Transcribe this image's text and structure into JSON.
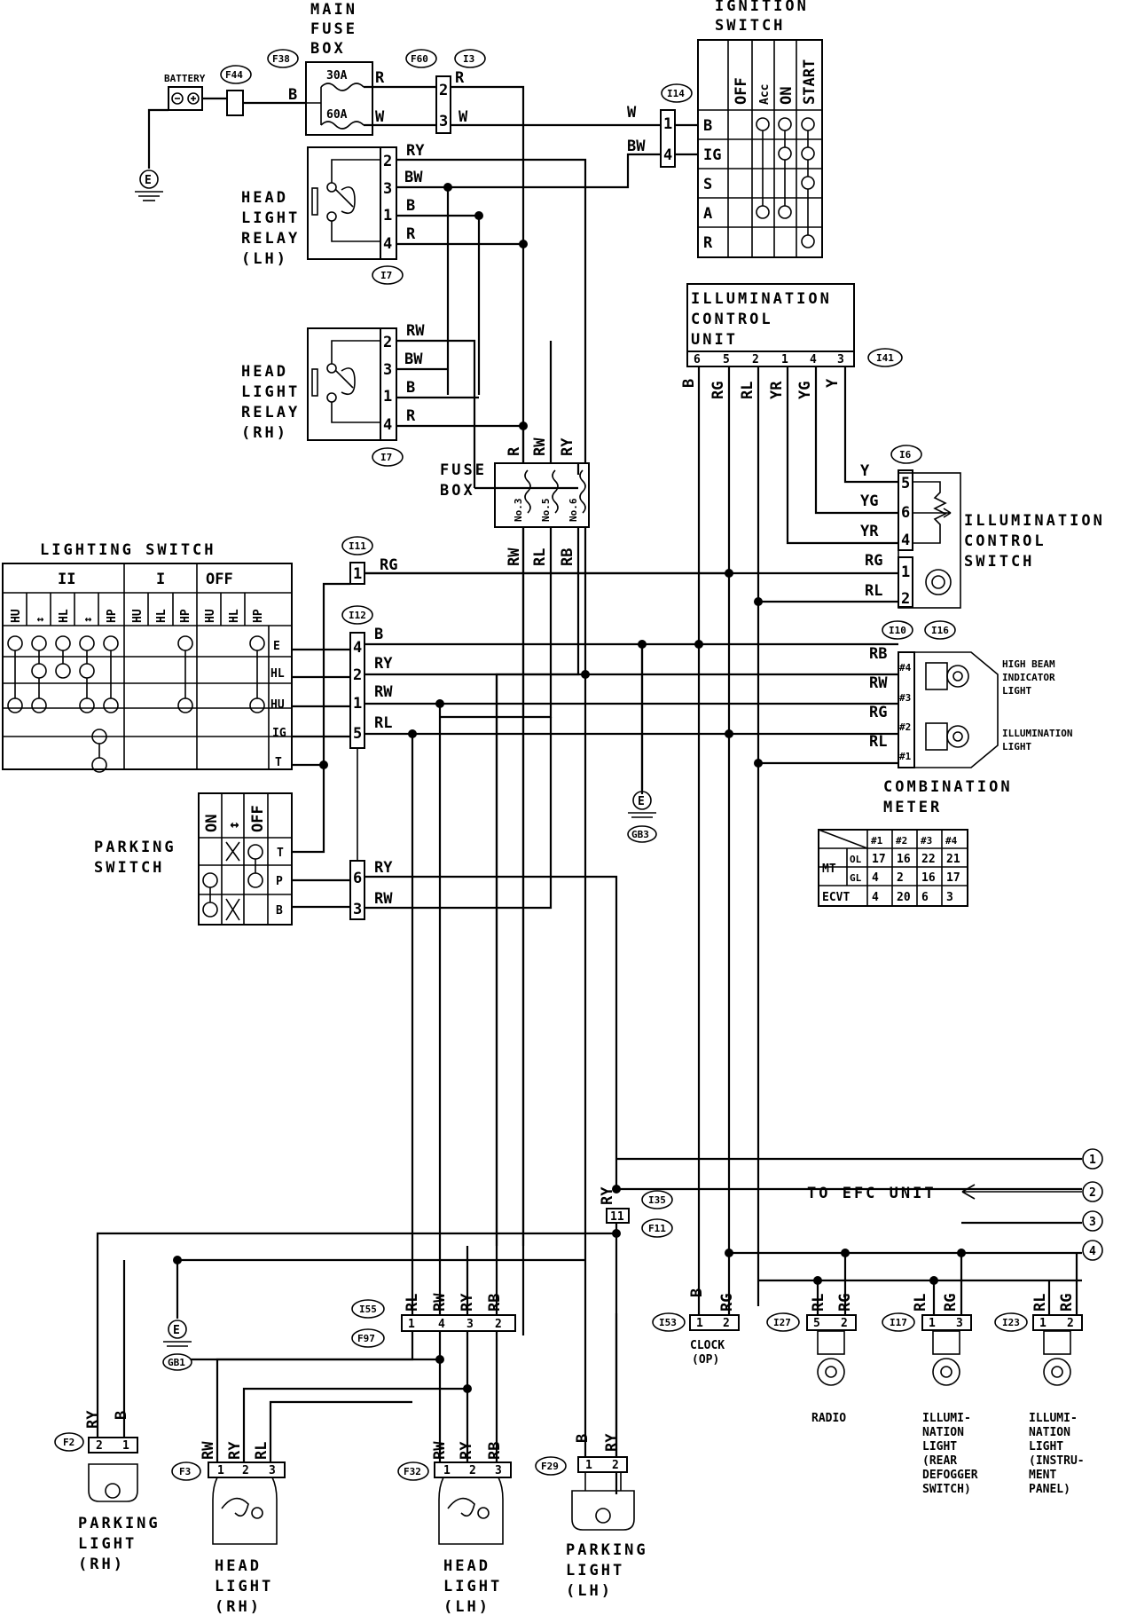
{
  "components": {
    "battery": "BATTERY",
    "main_fuse_box": [
      "MAIN",
      "FUSE",
      "BOX"
    ],
    "main_fuse_30a": "30A",
    "main_fuse_60a": "60A",
    "ignition_switch": [
      "IGNITION",
      "SWITCH"
    ],
    "ign_cols": [
      "OFF",
      "Acc",
      "ON",
      "START"
    ],
    "ign_rows": [
      "B",
      "IG",
      "S",
      "A",
      "R"
    ],
    "head_light_relay_lh": [
      "HEAD",
      "LIGHT",
      "RELAY",
      "(LH)"
    ],
    "head_light_relay_rh": [
      "HEAD",
      "LIGHT",
      "RELAY",
      "(RH)"
    ],
    "illumination_control_unit": [
      "ILLUMINATION",
      "CONTROL",
      "UNIT"
    ],
    "icu_pins": [
      "6",
      "5",
      "2",
      "1",
      "4",
      "3"
    ],
    "fuse_box": [
      "FUSE",
      "BOX"
    ],
    "fuse_nos": [
      "No.3",
      "No.5",
      "No.6"
    ],
    "illumination_control_switch": [
      "ILLUMINATION",
      "CONTROL",
      "SWITCH"
    ],
    "lighting_switch": "LIGHTING SWITCH",
    "ls_positions": [
      "II",
      "I",
      "OFF"
    ],
    "ls_cols": [
      "HU",
      "↕",
      "HL",
      "↕",
      "HP",
      "HU",
      "HL",
      "HP",
      "HU",
      "HL",
      "HP"
    ],
    "ls_terms": [
      "E",
      "HL",
      "HU",
      "IG",
      "T"
    ],
    "parking_switch": [
      "PARKING",
      "SWITCH"
    ],
    "ps_cols": [
      "ON",
      "↕",
      "OFF"
    ],
    "ps_terms": [
      "T",
      "P",
      "B"
    ],
    "high_beam_indicator": [
      "HIGH BEAM",
      "INDICATOR",
      "LIGHT"
    ],
    "illumination_light_meter": [
      "ILLUMINATION",
      "LIGHT"
    ],
    "combination_meter": [
      "COMBINATION",
      "METER"
    ],
    "meter_pins": [
      "#4",
      "#3",
      "#2",
      "#1"
    ],
    "to_efc_unit": "TO EFC UNIT",
    "clock": [
      "CLOCK",
      "(OP)"
    ],
    "radio": "RADIO",
    "illum_rear_defogger": [
      "ILLUMI-",
      "NATION",
      "LIGHT",
      "(REAR",
      "DEFOGGER",
      "SWITCH)"
    ],
    "illum_instrument": [
      "ILLUMI-",
      "NATION",
      "LIGHT",
      "(INSTRU-",
      "MENT",
      "PANEL)"
    ],
    "parking_light_rh": [
      "PARKING",
      "LIGHT",
      "(RH)"
    ],
    "head_light_rh": [
      "HEAD",
      "LIGHT",
      "(RH)"
    ],
    "head_light_lh": [
      "HEAD",
      "LIGHT",
      "(LH)"
    ],
    "parking_light_lh": [
      "PARKING",
      "LIGHT",
      "(LH)"
    ]
  },
  "connectors": {
    "F38": "F38",
    "F44": "F44",
    "F60": "F60",
    "I3": "I3",
    "I14": "I14",
    "I7a": "I7",
    "I7b": "I7",
    "I41": "I41",
    "I6": "I6",
    "I11": "I11",
    "I12": "I12",
    "I10": "I10",
    "I16": "I16",
    "GB3": "GB3",
    "GB1": "GB1",
    "I35": "I35",
    "F11": "F11",
    "I55": "I55",
    "F97": "F97",
    "I53": "I53",
    "I27": "I27",
    "I17": "I17",
    "I23": "I23",
    "F2": "F2",
    "F3": "F3",
    "F32": "F32",
    "F29": "F29"
  },
  "wires": {
    "B": "B",
    "R": "R",
    "W": "W",
    "BW": "BW",
    "RY": "RY",
    "RW": "RW",
    "RG": "RG",
    "RL": "RL",
    "YR": "YR",
    "YG": "YG",
    "Y": "Y",
    "RB": "RB"
  },
  "ground": "E",
  "lines": [
    "1",
    "2",
    "3",
    "4"
  ],
  "pin_table": {
    "header": [
      "#1",
      "#2",
      "#3",
      "#4"
    ],
    "rows": [
      {
        "model": "MT",
        "sub": "OL",
        "values": [
          "17",
          "16",
          "22",
          "21"
        ]
      },
      {
        "model": "MT",
        "sub": "GL",
        "values": [
          "4",
          "2",
          "16",
          "17"
        ]
      },
      {
        "model": "ECVT",
        "sub": "",
        "values": [
          "4",
          "20",
          "6",
          "3"
        ]
      }
    ]
  }
}
